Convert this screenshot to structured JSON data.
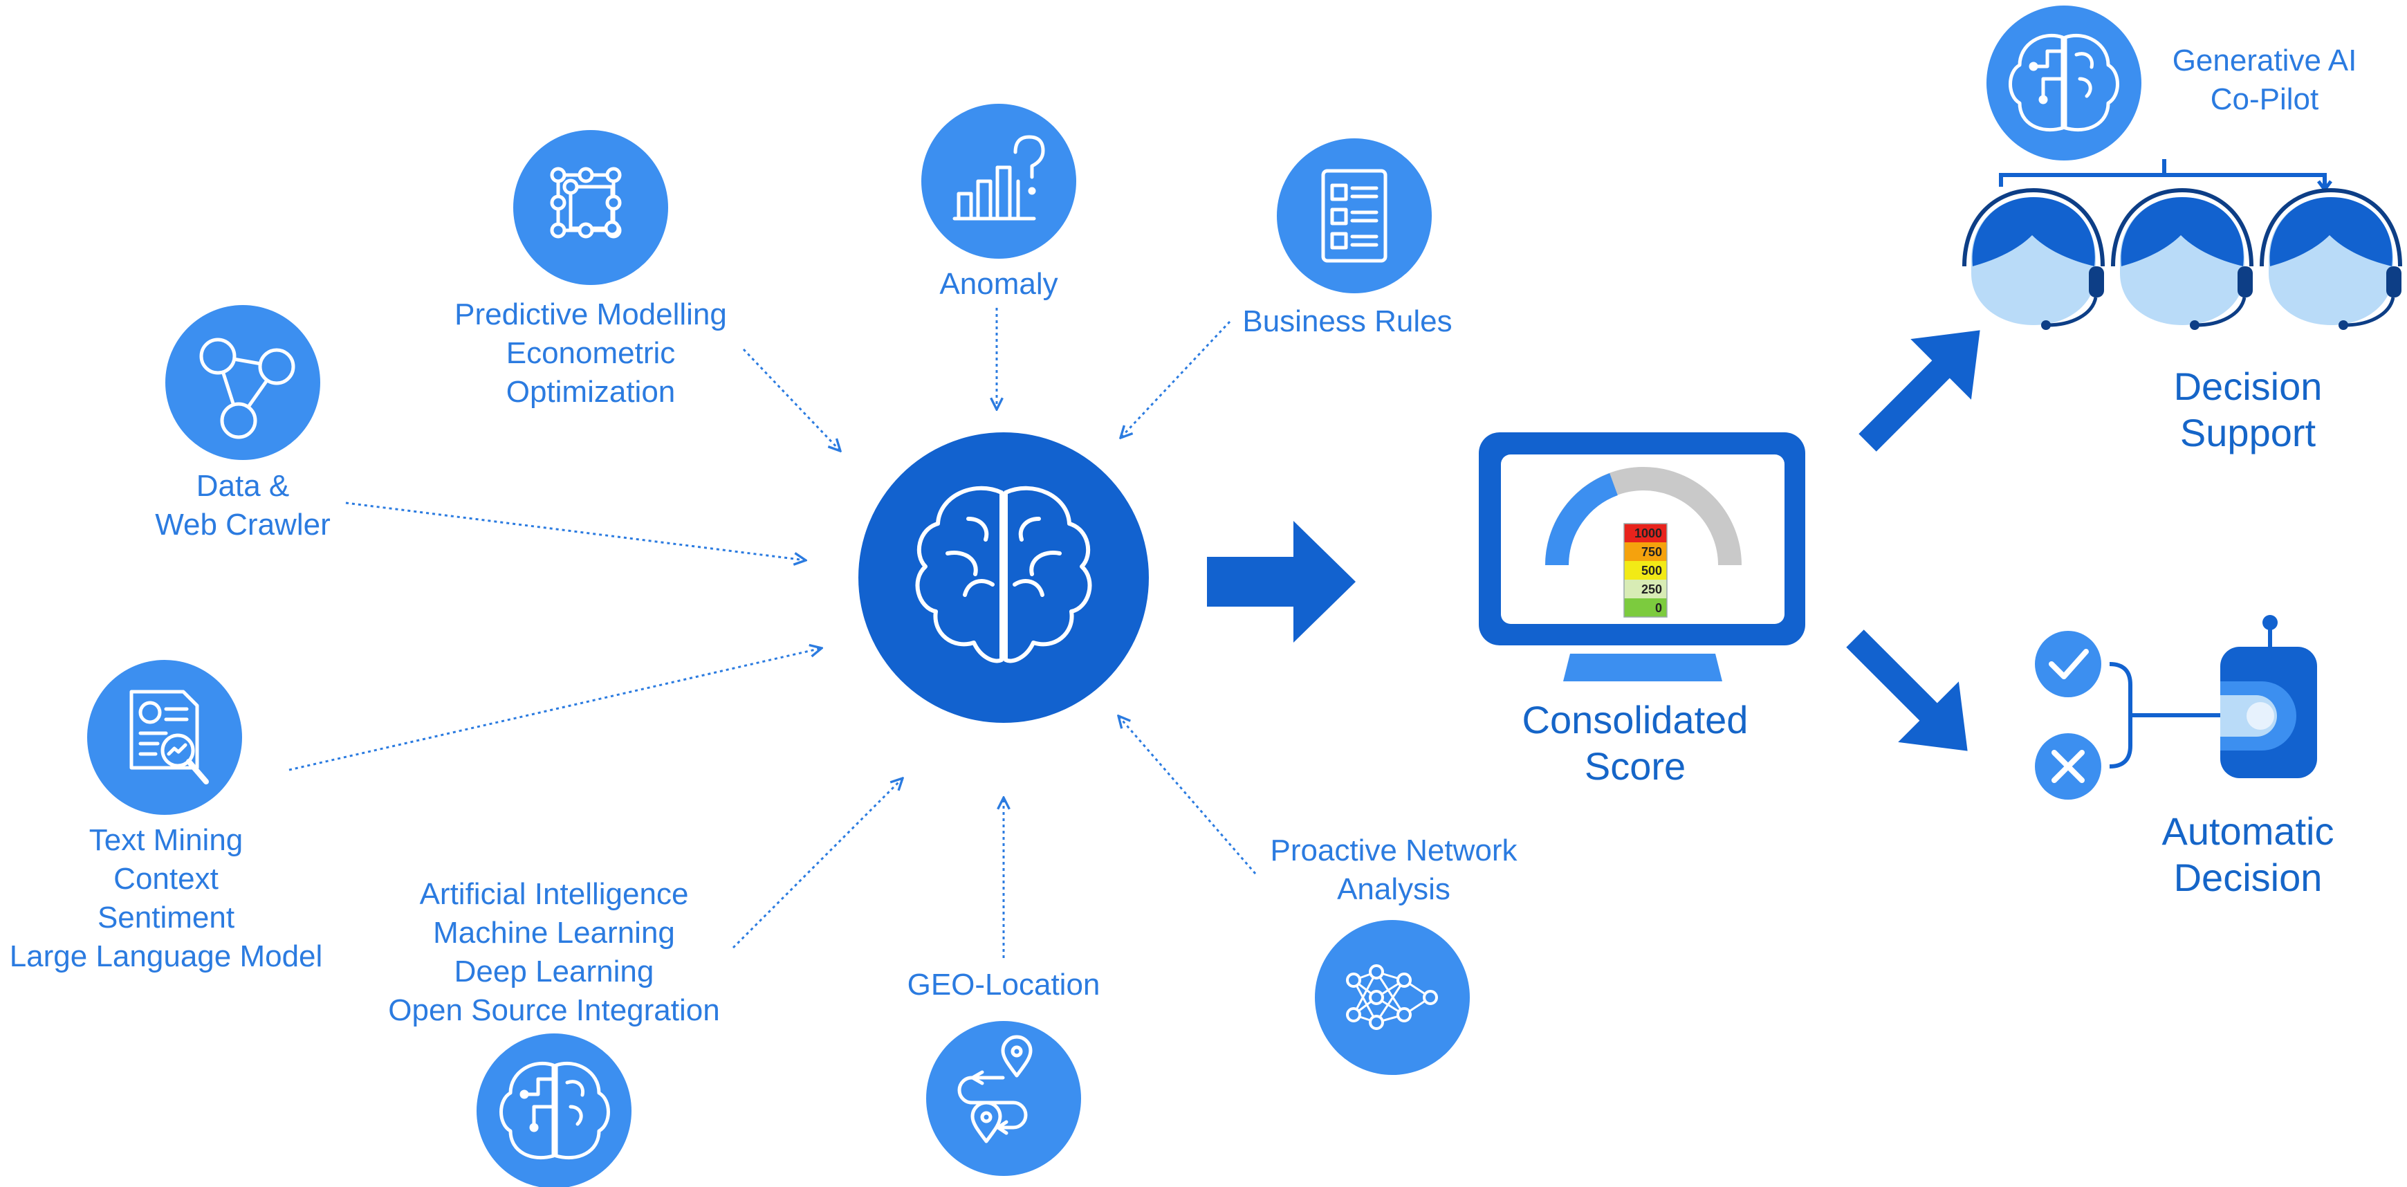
{
  "colors": {
    "light_blue": "#3c8ff0",
    "dark_blue": "#1262cf",
    "face_blue": "#b9dbf8",
    "gauge_grey": "#c9c9c9"
  },
  "inputs": {
    "data_web_crawler": {
      "icon": "network-graph-icon",
      "lines": [
        "Data &",
        "Web Crawler"
      ]
    },
    "predictive_modelling": {
      "icon": "grid-nodes-icon",
      "lines": [
        "Predictive Modelling",
        "Econometric",
        "Optimization"
      ]
    },
    "anomaly": {
      "icon": "chart-question-icon",
      "lines": [
        "Anomaly"
      ]
    },
    "business_rules": {
      "icon": "numbered-list-icon",
      "lines": [
        "Business Rules"
      ]
    },
    "text_mining": {
      "icon": "document-search-icon",
      "lines": [
        "Text Mining",
        "Context",
        "Sentiment",
        "Large Language Model"
      ]
    },
    "artificial_intelligence": {
      "icon": "circuit-brain-icon",
      "lines": [
        "Artificial Intelligence",
        "Machine Learning",
        "Deep Learning",
        "Open Source Integration"
      ]
    },
    "geo_location": {
      "icon": "route-pins-icon",
      "lines": [
        "GEO-Location"
      ]
    },
    "network_analysis": {
      "icon": "neural-network-icon",
      "lines": [
        "Proactive Network",
        "Analysis"
      ]
    }
  },
  "center": {
    "icon": "brain-icon"
  },
  "score": {
    "lines": [
      "Consolidated",
      "Score"
    ],
    "gauge_levels": [
      "1000",
      "750",
      "500",
      "250",
      "0"
    ]
  },
  "outputs": {
    "generative_ai": {
      "icon": "circuit-brain-icon",
      "lines": [
        "Generative AI",
        "Co-Pilot"
      ]
    },
    "decision_support": {
      "icon": "agent-headset-icon",
      "lines": [
        "Decision",
        "Support"
      ]
    },
    "automatic_decision": {
      "icon": "robot-icon",
      "lines": [
        "Automatic",
        "Decision"
      ]
    }
  }
}
